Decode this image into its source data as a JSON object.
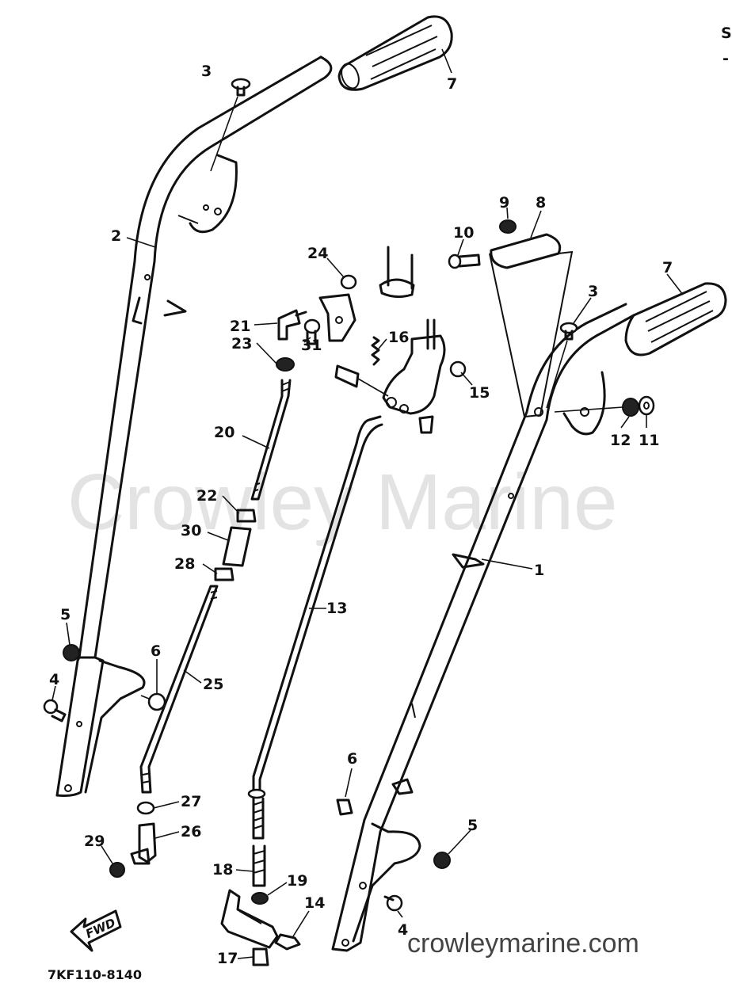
{
  "watermark": "Crowley Marine",
  "website": "crowleymarine.com",
  "diagram_code": "7KF110-8140",
  "fwd_label": "FWD",
  "corner_marks": [
    "S",
    "-"
  ],
  "callouts": [
    {
      "id": "c3a",
      "text": "3"
    },
    {
      "id": "c7a",
      "text": "7"
    },
    {
      "id": "c2",
      "text": "2"
    },
    {
      "id": "c9",
      "text": "9"
    },
    {
      "id": "c8",
      "text": "8"
    },
    {
      "id": "c10",
      "text": "10"
    },
    {
      "id": "c24",
      "text": "24"
    },
    {
      "id": "c7b",
      "text": "7"
    },
    {
      "id": "c3b",
      "text": "3"
    },
    {
      "id": "c21",
      "text": "21"
    },
    {
      "id": "c16",
      "text": "16"
    },
    {
      "id": "c23",
      "text": "23"
    },
    {
      "id": "c31",
      "text": "31"
    },
    {
      "id": "c15",
      "text": "15"
    },
    {
      "id": "c12",
      "text": "12"
    },
    {
      "id": "c11",
      "text": "11"
    },
    {
      "id": "c20",
      "text": "20"
    },
    {
      "id": "c22",
      "text": "22"
    },
    {
      "id": "c30",
      "text": "30"
    },
    {
      "id": "c1",
      "text": "1"
    },
    {
      "id": "c28",
      "text": "28"
    },
    {
      "id": "c13",
      "text": "13"
    },
    {
      "id": "c5a",
      "text": "5"
    },
    {
      "id": "c6a",
      "text": "6"
    },
    {
      "id": "c25",
      "text": "25"
    },
    {
      "id": "c4a",
      "text": "4"
    },
    {
      "id": "c6b",
      "text": "6"
    },
    {
      "id": "c27",
      "text": "27"
    },
    {
      "id": "c5b",
      "text": "5"
    },
    {
      "id": "c26",
      "text": "26"
    },
    {
      "id": "c29",
      "text": "29"
    },
    {
      "id": "c18",
      "text": "18"
    },
    {
      "id": "c19",
      "text": "19"
    },
    {
      "id": "c14",
      "text": "14"
    },
    {
      "id": "c4b",
      "text": "4"
    },
    {
      "id": "c17",
      "text": "17"
    }
  ]
}
